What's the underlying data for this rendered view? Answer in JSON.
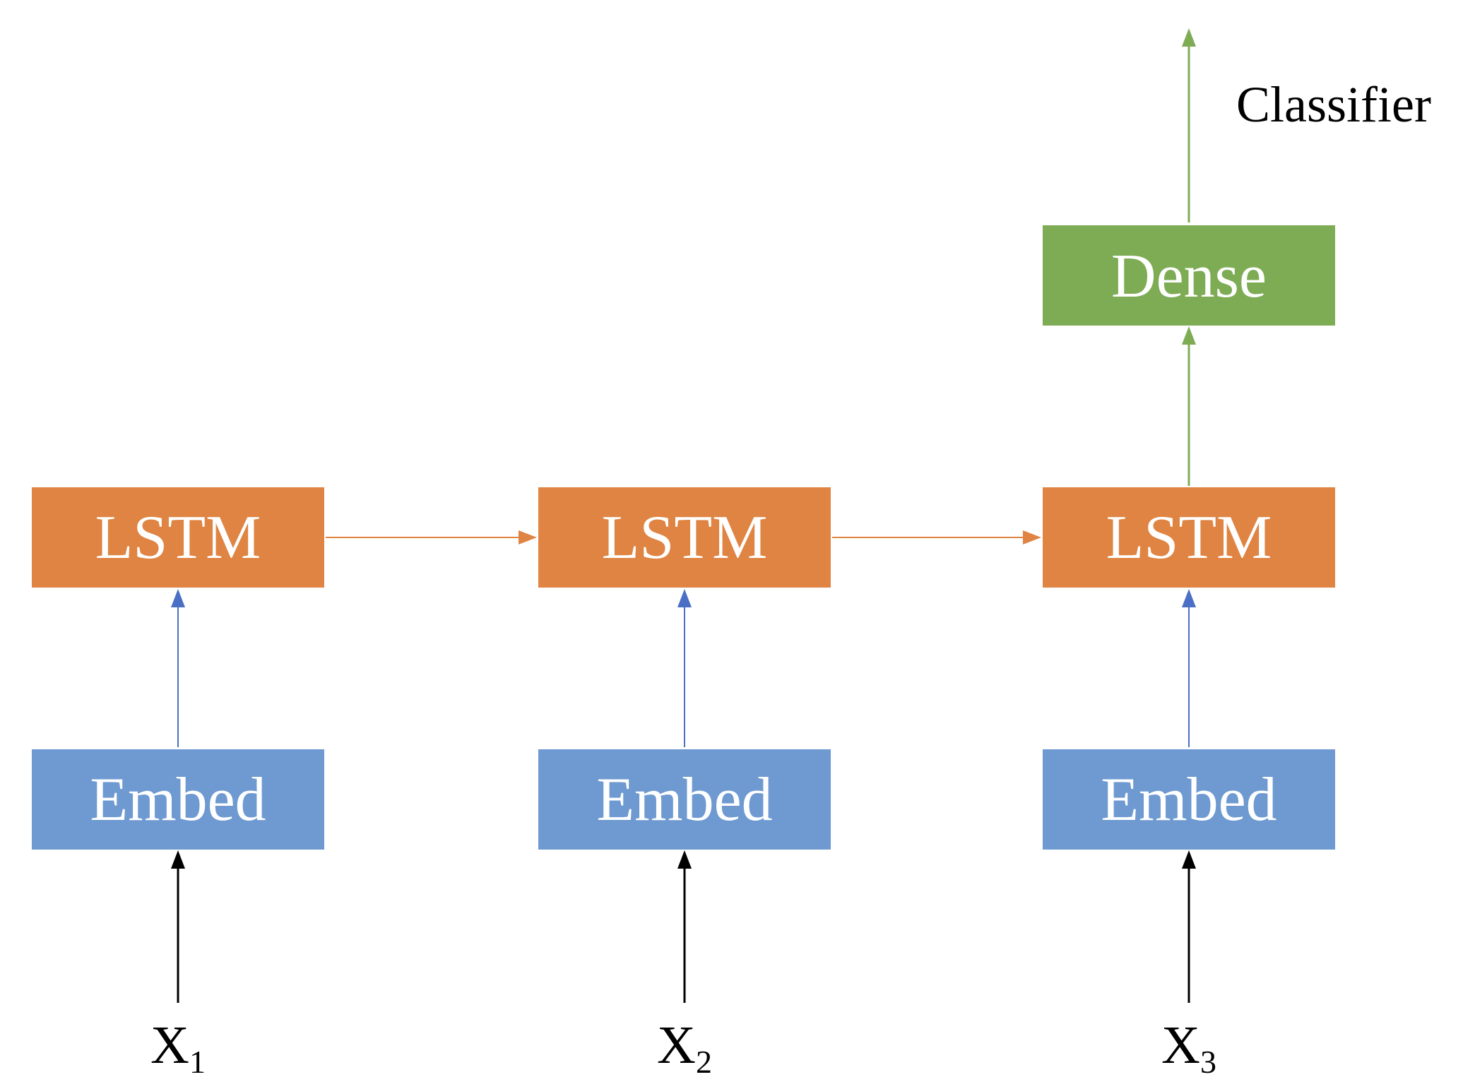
{
  "colors": {
    "lstm": "#DF8442",
    "embed": "#6E9AD1",
    "dense": "#7EAC55",
    "input_arrow": "#000000",
    "embed_to_lstm_arrow": "#4A6FC4",
    "recurrent_arrow": "#DF8442",
    "dense_arrow": "#7EAC55"
  },
  "diagram": {
    "output_label": "Classifier",
    "dense_label": "Dense",
    "steps": [
      {
        "lstm_label": "LSTM",
        "embed_label": "Embed",
        "input_base": "X",
        "input_sub": "1"
      },
      {
        "lstm_label": "LSTM",
        "embed_label": "Embed",
        "input_base": "X",
        "input_sub": "2"
      },
      {
        "lstm_label": "LSTM",
        "embed_label": "Embed",
        "input_base": "X",
        "input_sub": "3"
      }
    ]
  }
}
